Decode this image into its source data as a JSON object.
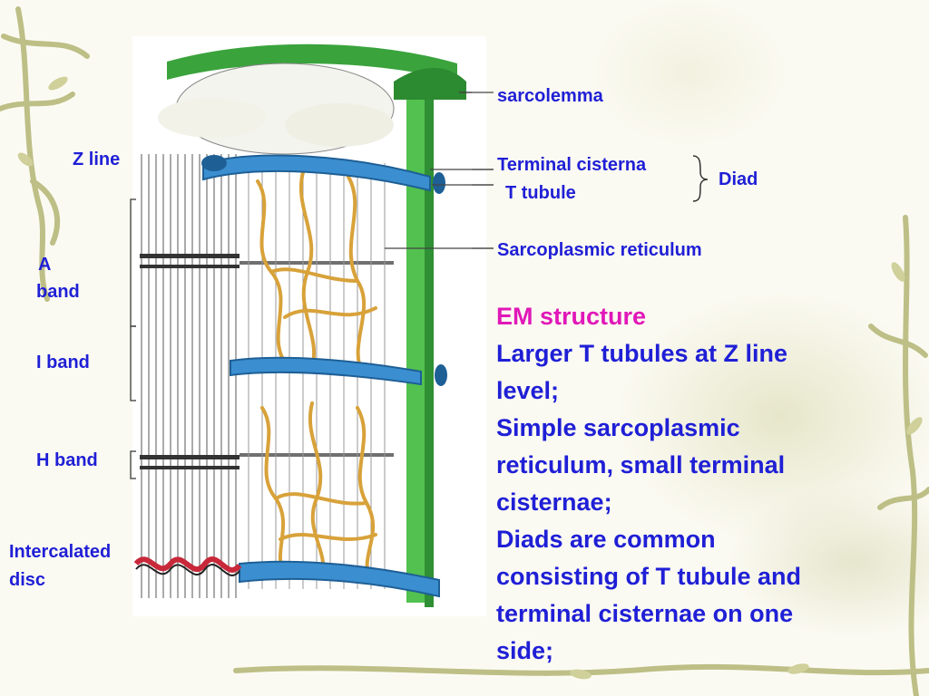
{
  "labels": {
    "z_line": "Z line",
    "a_band_1": "A",
    "a_band_2": "band",
    "i_band": "I band",
    "h_band": "H band",
    "intercalated_1": "Intercalated",
    "intercalated_2": "disc",
    "sarcolemma": "sarcolemma",
    "terminal": "Terminal",
    "cisterna": "cisterna",
    "t_tubule": "T tubule",
    "diad": "Diad",
    "sarcoplasmic_reticulum": "Sarcoplasmic reticulum"
  },
  "em_block": {
    "title": "EM structure",
    "lines": [
      "Larger T tubules at Z line",
      "level;",
      "Simple sarcoplasmic",
      "reticulum, small terminal",
      "cisternae;",
      "Diads are common",
      "consisting of T tubule and",
      "terminal cisternae on one",
      "side;"
    ]
  },
  "colors": {
    "label_blue": "#1f1fd6",
    "label_magenta": "#e018b8",
    "t_tubule_blue": "#3b8fd0",
    "sr_gold": "#d8a23a",
    "sarcolemma_green": "#38b43a",
    "disc_red": "#c8283a"
  }
}
